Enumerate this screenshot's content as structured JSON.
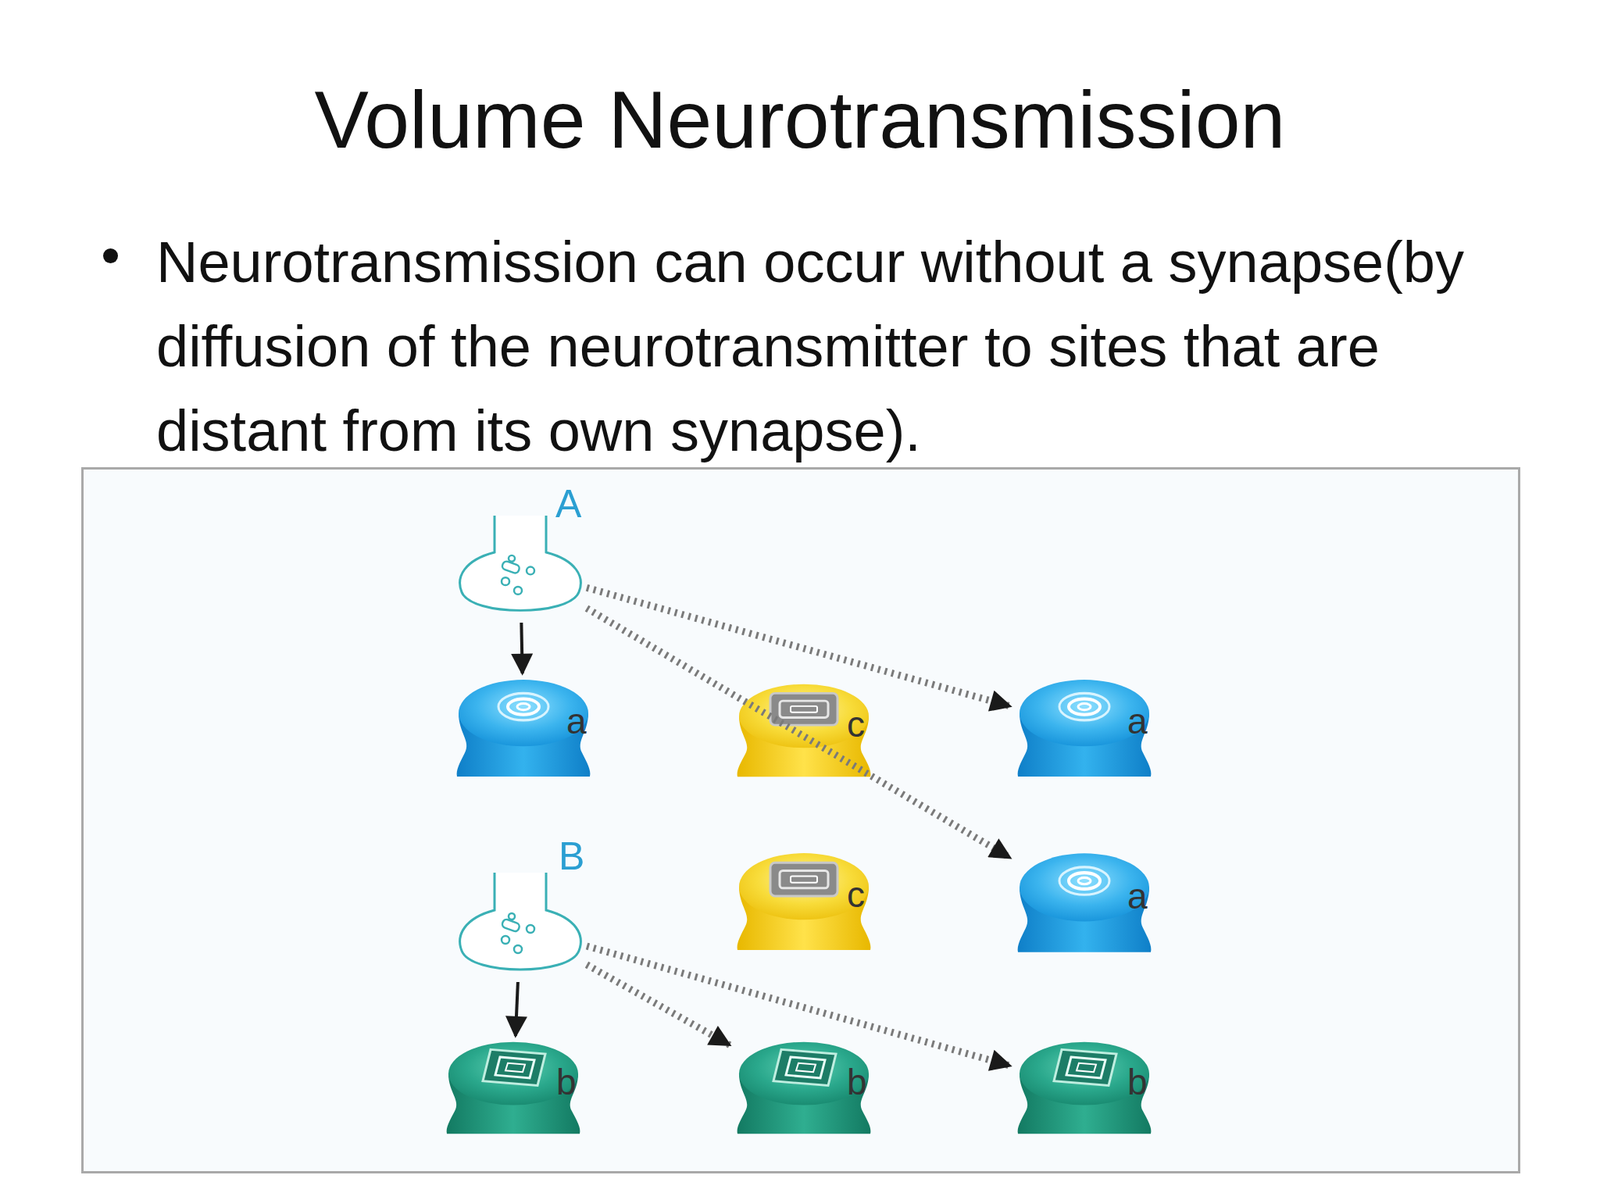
{
  "diagram": {
    "title": "Volume Neurotransmission",
    "nodes": [
      {
        "text": [
          "A"
        ]
      },
      {
        "text": [
          "a"
        ]
      },
      {
        "text": [
          "c"
        ]
      },
      {
        "text": [
          "a"
        ]
      },
      {
        "text": [
          "B"
        ]
      },
      {
        "text": [
          "c"
        ]
      },
      {
        "text": [
          "a"
        ]
      },
      {
        "text": [
          "b"
        ]
      },
      {
        "text": [
          "b"
        ]
      },
      {
        "text": [
          "b"
        ]
      }
    ],
    "edges": [
      {
        "from": 0,
        "to": 1,
        "arrow": "to"
      },
      {
        "from": 0,
        "to": 3,
        "arrow": "to"
      },
      {
        "from": 0,
        "to": 6,
        "arrow": "to"
      },
      {
        "from": 4,
        "to": 7,
        "arrow": "to"
      },
      {
        "from": 4,
        "to": 8,
        "arrow": "to"
      },
      {
        "from": 4,
        "to": 9,
        "arrow": "to"
      }
    ],
    "labels": [
      "Neurotransmission can occur without a synapse(by diffusion of the neurotransmitter to sites that are distant from its own synapse)."
    ]
  }
}
